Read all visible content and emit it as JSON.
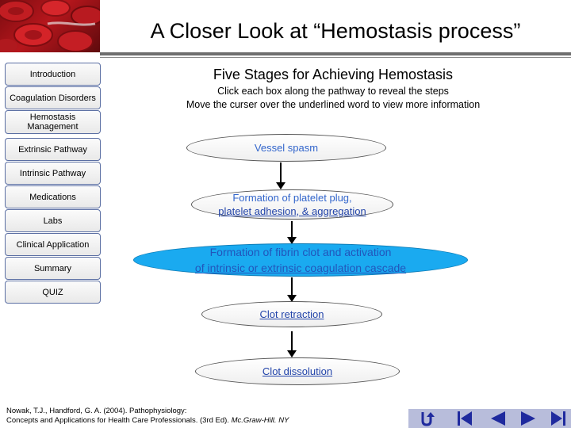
{
  "slide": {
    "title": "A Closer Look at “Hemostasis process”"
  },
  "nav": {
    "items": [
      {
        "id": "introduction",
        "label": "Introduction"
      },
      {
        "id": "coagulation-disorders",
        "label": "Coagulation Disorders"
      },
      {
        "id": "hemostasis-management",
        "label": "Hemostasis Management"
      },
      {
        "id": "extrinsic-pathway",
        "label": "Extrinsic Pathway"
      },
      {
        "id": "intrinsic-pathway",
        "label": "Intrinsic Pathway"
      },
      {
        "id": "medications",
        "label": "Medications"
      },
      {
        "id": "labs",
        "label": "Labs"
      },
      {
        "id": "clinical-application",
        "label": "Clinical Application"
      },
      {
        "id": "summary",
        "label": "Summary"
      },
      {
        "id": "quiz",
        "label": "QUIZ"
      }
    ]
  },
  "content": {
    "heading": "Five Stages for Achieving Hemostasis",
    "instruction_1": "Click each box along the pathway to reveal the steps",
    "instruction_2": "Move the curser over the underlined word to view more information",
    "stages": [
      {
        "line1": "Vessel spasm",
        "line2": ""
      },
      {
        "line1": "Formation of platelet plug,",
        "line2": "platelet adhesion, & aggregation"
      },
      {
        "line1": "Formation of fibrin clot and activation",
        "line2": "of  intrinsic or extrinsic coagulation cascade"
      },
      {
        "line1": "Clot retraction",
        "line2": ""
      },
      {
        "line1": "Clot dissolution",
        "line2": ""
      }
    ]
  },
  "citation": {
    "line1": "Nowak, T.J., Handford, G. A. (2004).  Pathophysiology:",
    "line2_prefix": "Concepts and Applications for Health Care Professionals. (3rd Ed). ",
    "line2_italic": "Mc.Graw-Hill. NY"
  },
  "controls": {
    "icons": [
      "return-icon",
      "first-slide-icon",
      "previous-slide-icon",
      "next-slide-icon",
      "last-slide-icon"
    ]
  },
  "colors": {
    "active_stage": "#1aaaf0",
    "nav_border": "#5b6fa3",
    "control_bar": "#b8bddb",
    "control_icon": "#1f2a9e"
  }
}
